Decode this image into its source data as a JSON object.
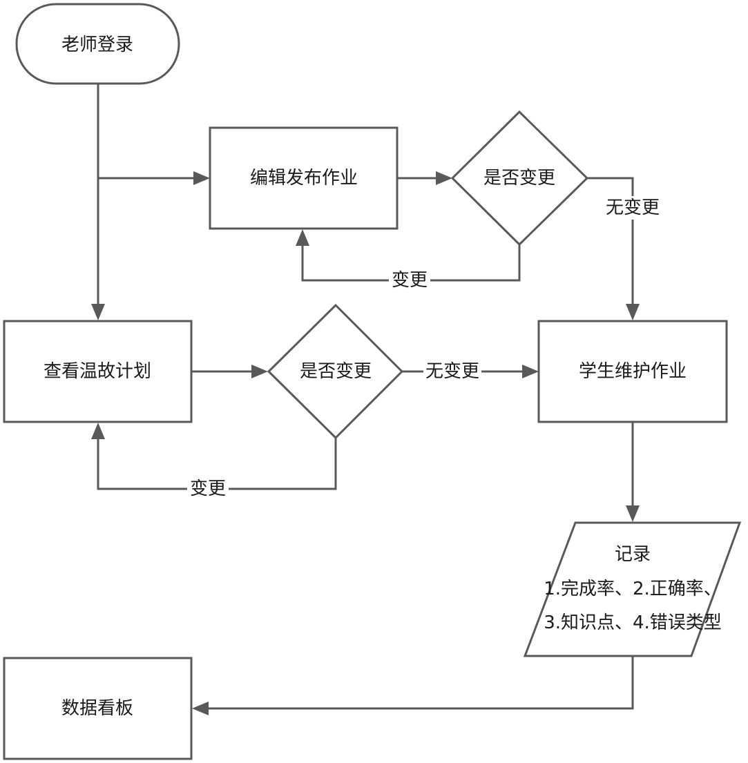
{
  "diagram": {
    "nodes": {
      "start": "老师登录",
      "edit_publish": "编辑发布作业",
      "decision_top": "是否变更",
      "review_plan": "查看温故计划",
      "decision_middle": "是否变更",
      "student_maintain": "学生维护作业",
      "record_title": "记录",
      "record_line1": "1.完成率、2.正确率、",
      "record_line2": "3.知识点、4.错误类型",
      "dashboard": "数据看板"
    },
    "edges": {
      "top_no_change": "无变更",
      "top_change": "变更",
      "middle_no_change": "无变更",
      "middle_change": "变更"
    }
  }
}
